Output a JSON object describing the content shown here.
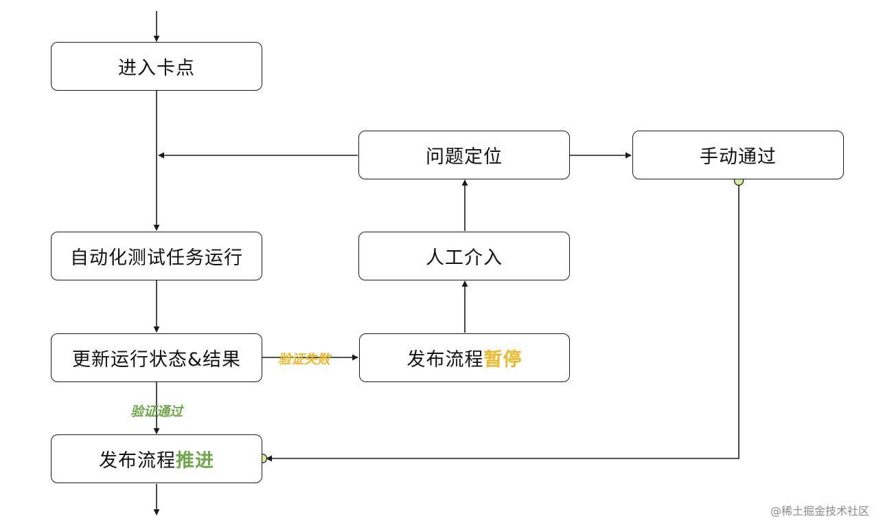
{
  "colors": {
    "line": "#1a1a1a",
    "pause_accent": "#f0b825",
    "advance_accent": "#6fa84a",
    "connector_dot": "#d4ec9a"
  },
  "nodes": {
    "enter_checkpoint": "进入卡点",
    "locate_issue": "问题定位",
    "manual_pass": "手动通过",
    "auto_test_run": "自动化测试任务运行",
    "manual_intervention": "人工介入",
    "update_status": "更新运行状态&结果",
    "release_pause": {
      "prefix": "发布流程",
      "highlight": "暂停"
    },
    "release_advance": {
      "prefix": "发布流程",
      "highlight": "推进"
    }
  },
  "edges": {
    "verify_failed": "验证失败",
    "verify_passed": "验证通过"
  },
  "watermark": "@稀土掘金技术社区"
}
